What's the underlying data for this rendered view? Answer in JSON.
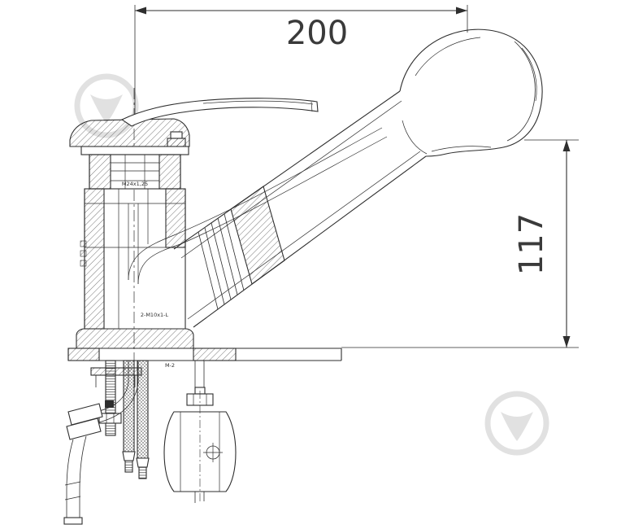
{
  "canvas": {
    "background": "#ffffff"
  },
  "drawing": {
    "line_color": "#2e2e2e",
    "watermark_color": "#c4c4c4",
    "dimensions": {
      "width": {
        "value": "200"
      },
      "height": {
        "value": "117"
      }
    },
    "part_labels": [
      {
        "text": "M24x1,25"
      },
      {
        "text": "2-M10x1-L"
      },
      {
        "text": "M-2"
      }
    ],
    "watermarks": [
      {
        "icon": "shop-logo-watermark-icon"
      },
      {
        "icon": "shop-logo-watermark-icon"
      }
    ]
  }
}
